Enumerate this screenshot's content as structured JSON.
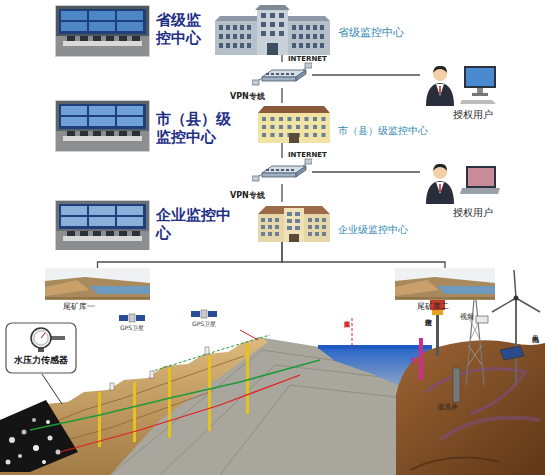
{
  "diagram": {
    "nodes": [
      {
        "text": [
          "省级监控中心"
        ]
      },
      {
        "text": [
          "省级监控中心"
        ]
      },
      {
        "text": [
          "INTERNET"
        ]
      },
      {
        "text": [
          "授权用户"
        ]
      },
      {
        "text": [
          "市（县）级监控中心"
        ]
      },
      {
        "text": [
          "市（县）级监控中心"
        ]
      },
      {
        "text": [
          "INTERNET"
        ]
      },
      {
        "text": [
          "授权用户"
        ]
      },
      {
        "text": [
          "企业监控中心"
        ]
      },
      {
        "text": [
          "企业级监控中心"
        ]
      },
      {
        "text": [
          "尾矿库一"
        ]
      },
      {
        "text": [
          "尾矿库二"
        ]
      },
      {
        "text": [
          "水压力传感器"
        ]
      }
    ],
    "edges": [
      {
        "from": 1,
        "to": 2,
        "arrow": "none"
      },
      {
        "from": 2,
        "to": 3,
        "arrow": "none"
      },
      {
        "from": 2,
        "to": 5,
        "label": "VPN专线",
        "arrow": "none"
      },
      {
        "from": 5,
        "to": 6,
        "arrow": "none"
      },
      {
        "from": 6,
        "to": 7,
        "arrow": "none"
      },
      {
        "from": 6,
        "to": 9,
        "label": "VPN专线",
        "arrow": "none"
      },
      {
        "from": 9,
        "to": 10,
        "arrow": "none"
      },
      {
        "from": 9,
        "to": 11,
        "arrow": "none"
      }
    ],
    "labels": [
      "GPS卫星",
      "GPS卫星",
      "超声液位",
      "视频",
      "风光供电",
      "溢流井",
      "库水位",
      "实测库水位"
    ]
  }
}
